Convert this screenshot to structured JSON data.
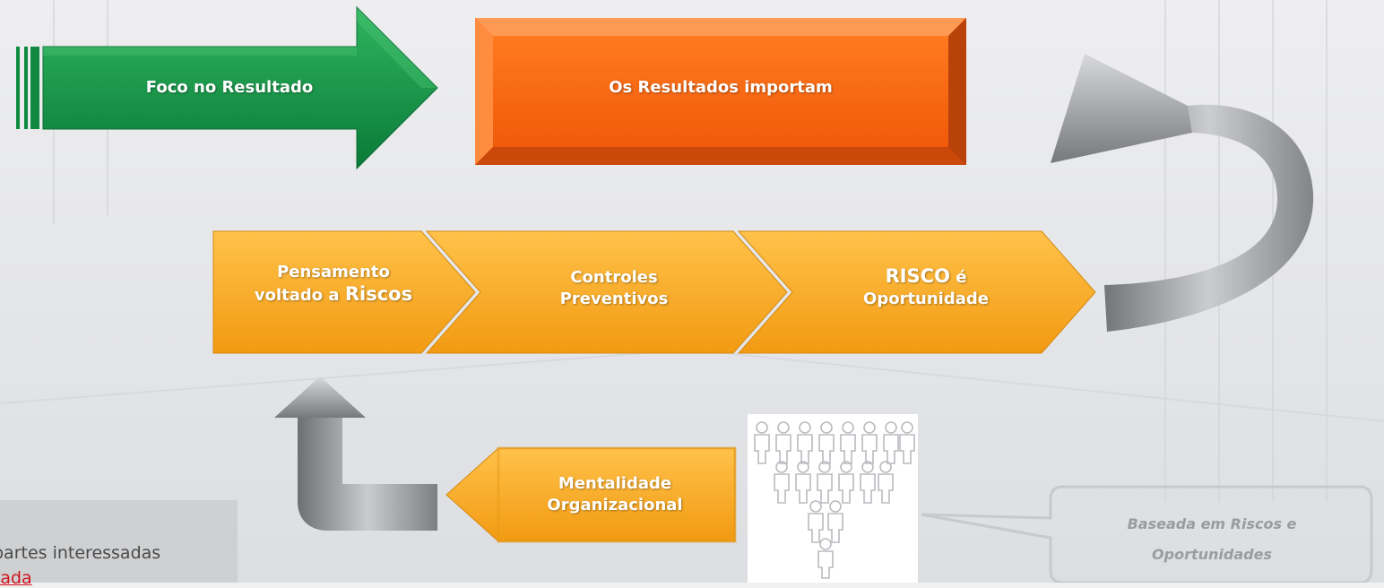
{
  "diagram": {
    "top_arrow_label": "Foco no Resultado",
    "top_box_label": "Os Resultados importam",
    "chevron1_line1": "Pensamento",
    "chevron1_line2_prefix": "voltado a ",
    "chevron1_line2_emph": "Riscos",
    "chevron2_line1": "Controles",
    "chevron2_line2": "Preventivos",
    "chevron3_line1_emph": "RISCO",
    "chevron3_line1_suffix": " é",
    "chevron3_line2": "Oportunidade",
    "mindset_line1": "Mentalidade",
    "mindset_line2": "Organizacional",
    "callout_line1": "Baseada em Riscos e",
    "callout_line2": "Oportunidades"
  },
  "note": {
    "line1": "partes interessadas",
    "line2": "ekada"
  },
  "colors": {
    "green": "#119146",
    "orange_red": "#f26a14",
    "amber": "#f5a623",
    "gray_arrow": "#8e9094"
  }
}
